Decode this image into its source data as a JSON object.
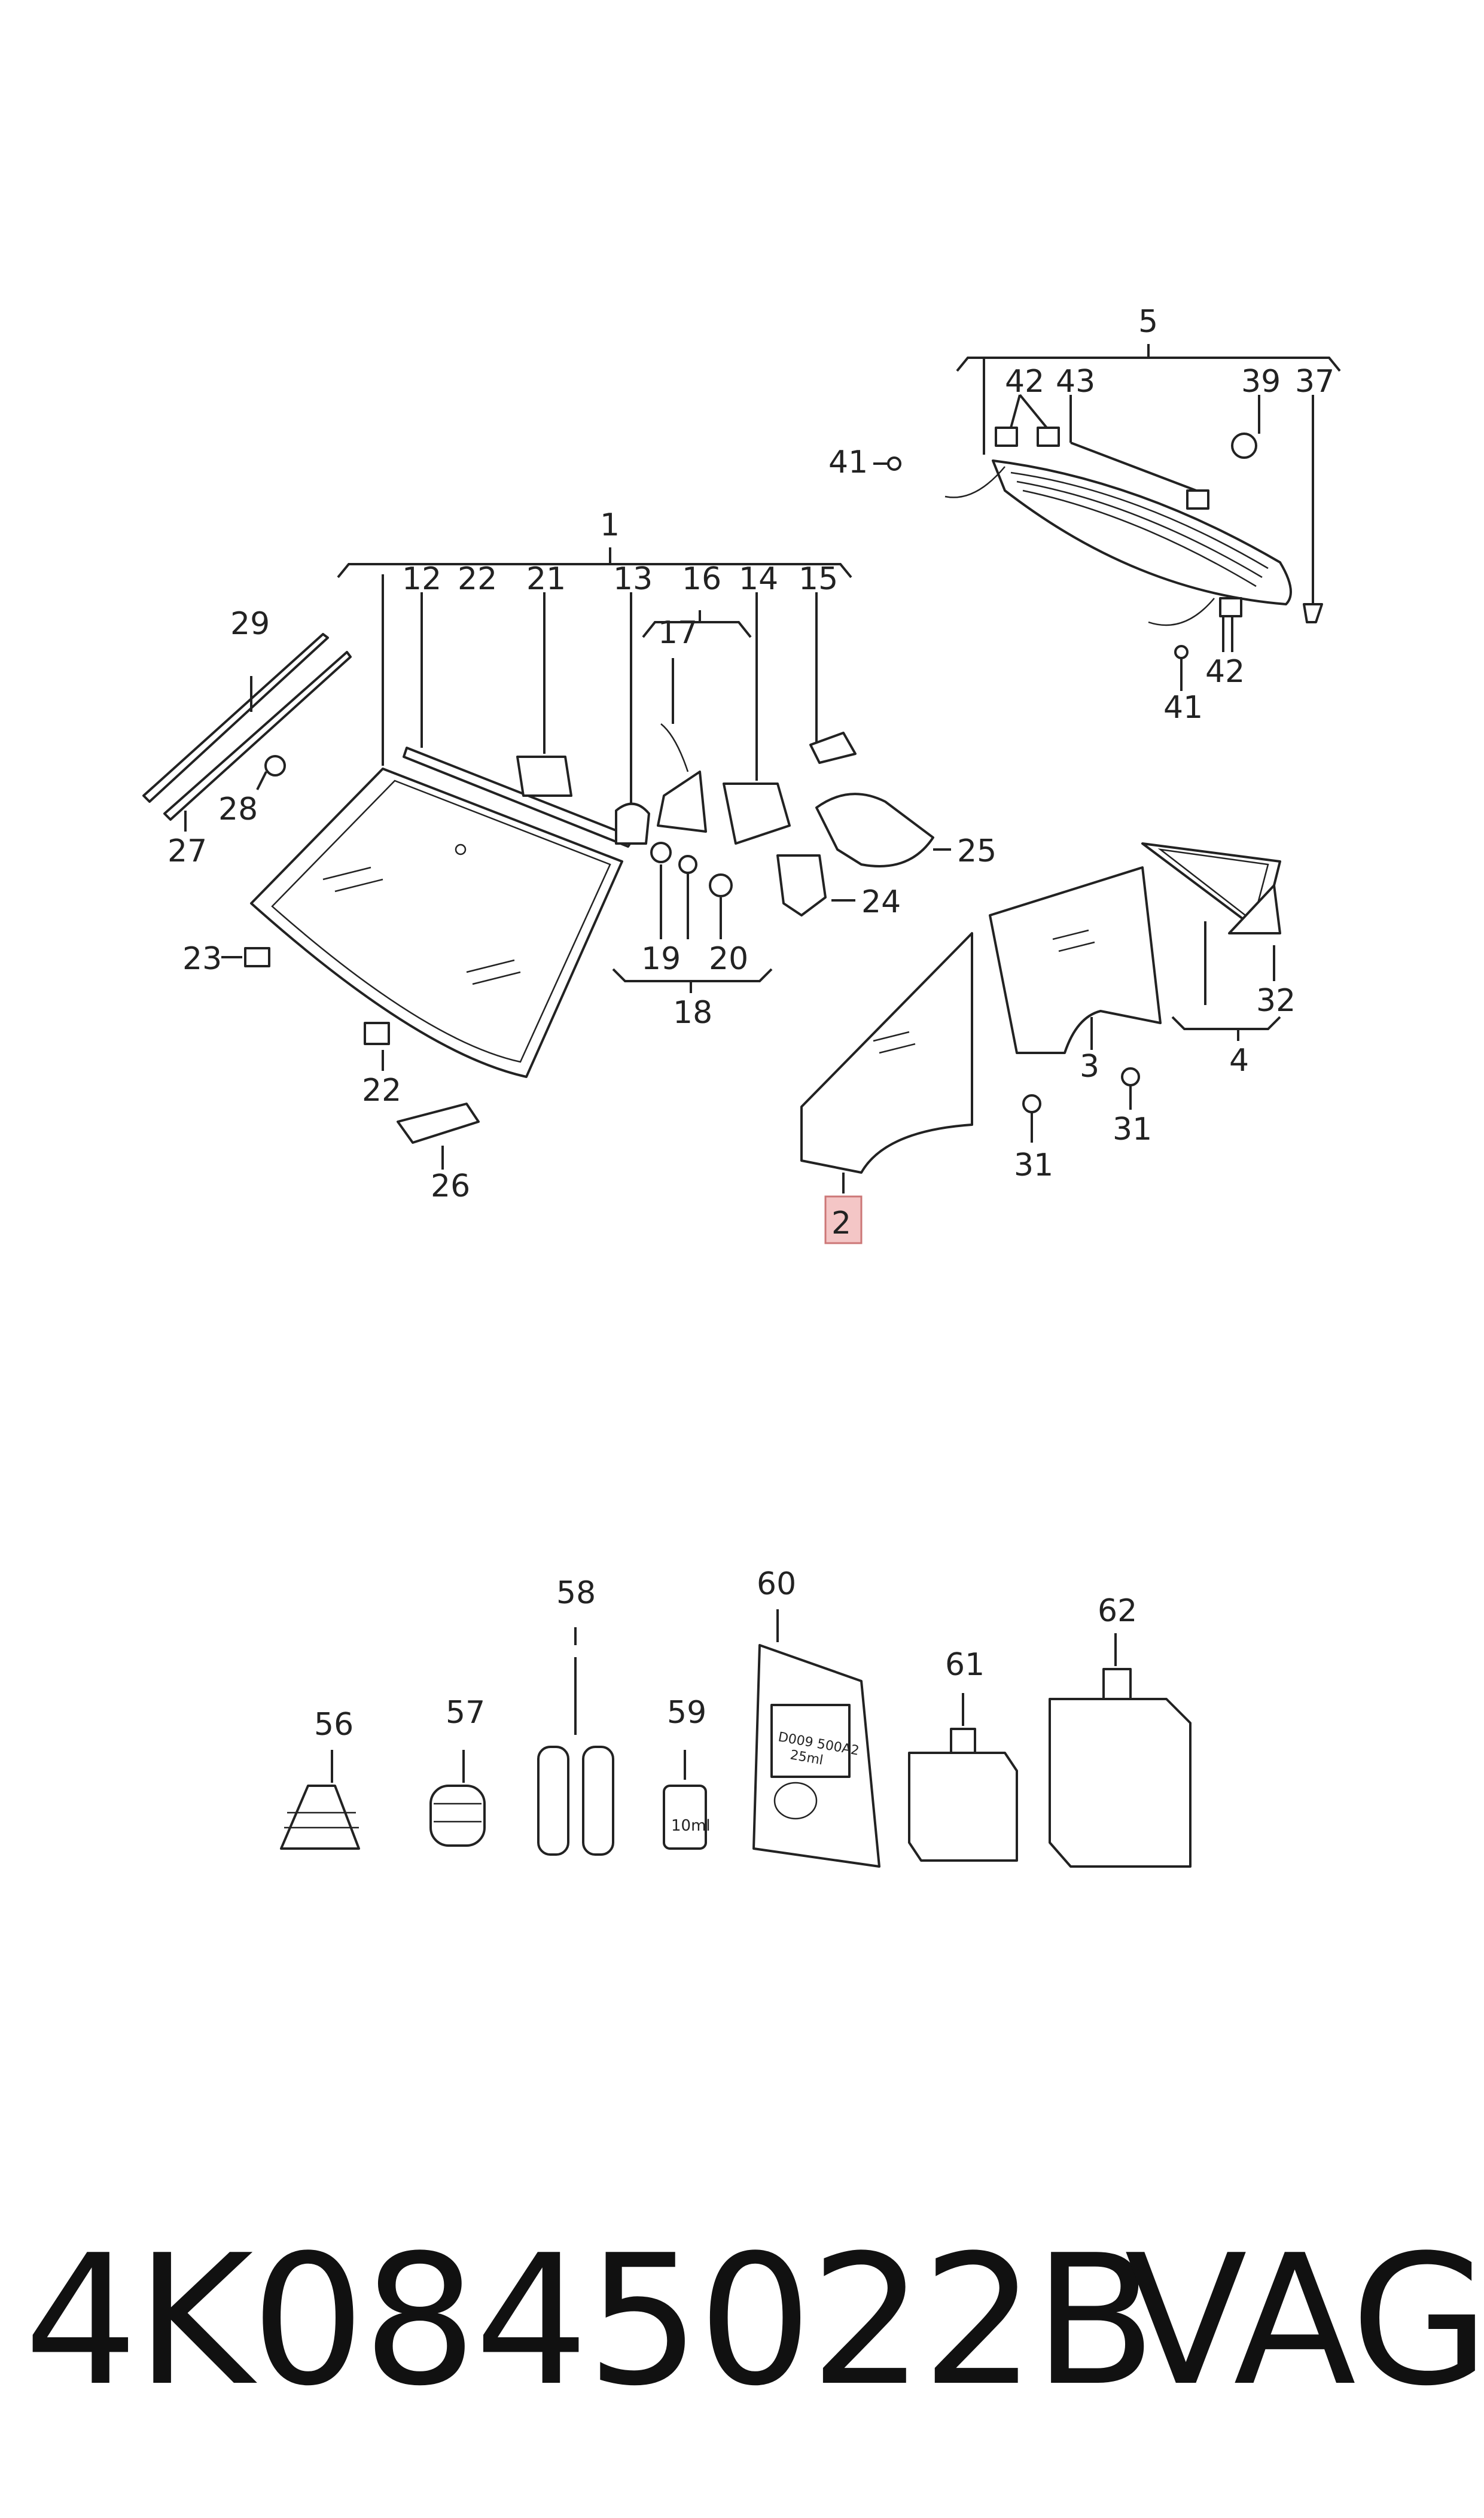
{
  "diagram": {
    "callouts": {
      "c1": "1",
      "c2": "2",
      "c3": "3",
      "c4": "4",
      "c5": "5",
      "c12": "12",
      "c13": "13",
      "c14": "14",
      "c15": "15",
      "c16": "16",
      "c17": "17",
      "c18": "18",
      "c19": "19",
      "c20": "20",
      "c21": "21",
      "c22a": "22",
      "c22b": "22",
      "c23": "23",
      "c24": "24",
      "c25": "25",
      "c26": "26",
      "c27": "27",
      "c28": "28",
      "c29": "29",
      "c31a": "31",
      "c31b": "31",
      "c32": "32",
      "c37": "37",
      "c39": "39",
      "c41a": "41",
      "c41b": "41",
      "c42a": "42",
      "c42b": "42",
      "c43": "43",
      "c56": "56",
      "c57": "57",
      "c58": "58",
      "c59": "59",
      "c60": "60",
      "c61": "61",
      "c62": "62"
    },
    "highlight_color": "#f4c6c6",
    "labels": {
      "bottle_10ml": "10ml",
      "packet_line1": "D009 500A2",
      "packet_line2": "25ml"
    }
  },
  "footer": {
    "part_number": "4K0845022B",
    "brand": "VAG"
  }
}
